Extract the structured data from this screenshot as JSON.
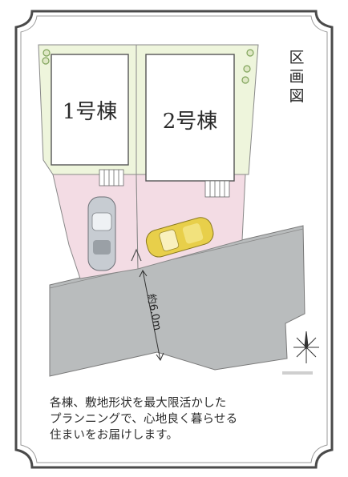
{
  "title_chars": [
    "区",
    "画",
    "図"
  ],
  "units": [
    {
      "label": "1号棟"
    },
    {
      "label": "2号棟"
    }
  ],
  "road_width_label": "約6.0m",
  "caption_lines": [
    "各棟、敷地形状を最大限活かした",
    "プランニングで、心地良く暮らせる",
    "住まいをお届けします。"
  ],
  "colors": {
    "lot_green": "#eef5dc",
    "lot_pink": "#f3dce4",
    "road_gray": "#b9bcbd",
    "frame": "#4a4a4a",
    "car_yellow": "#e8cf4a",
    "car_gray": "#c7ccd2"
  },
  "icons": [
    "compass-star-icon",
    "car-icon",
    "shrub-icon",
    "stairs-icon"
  ]
}
